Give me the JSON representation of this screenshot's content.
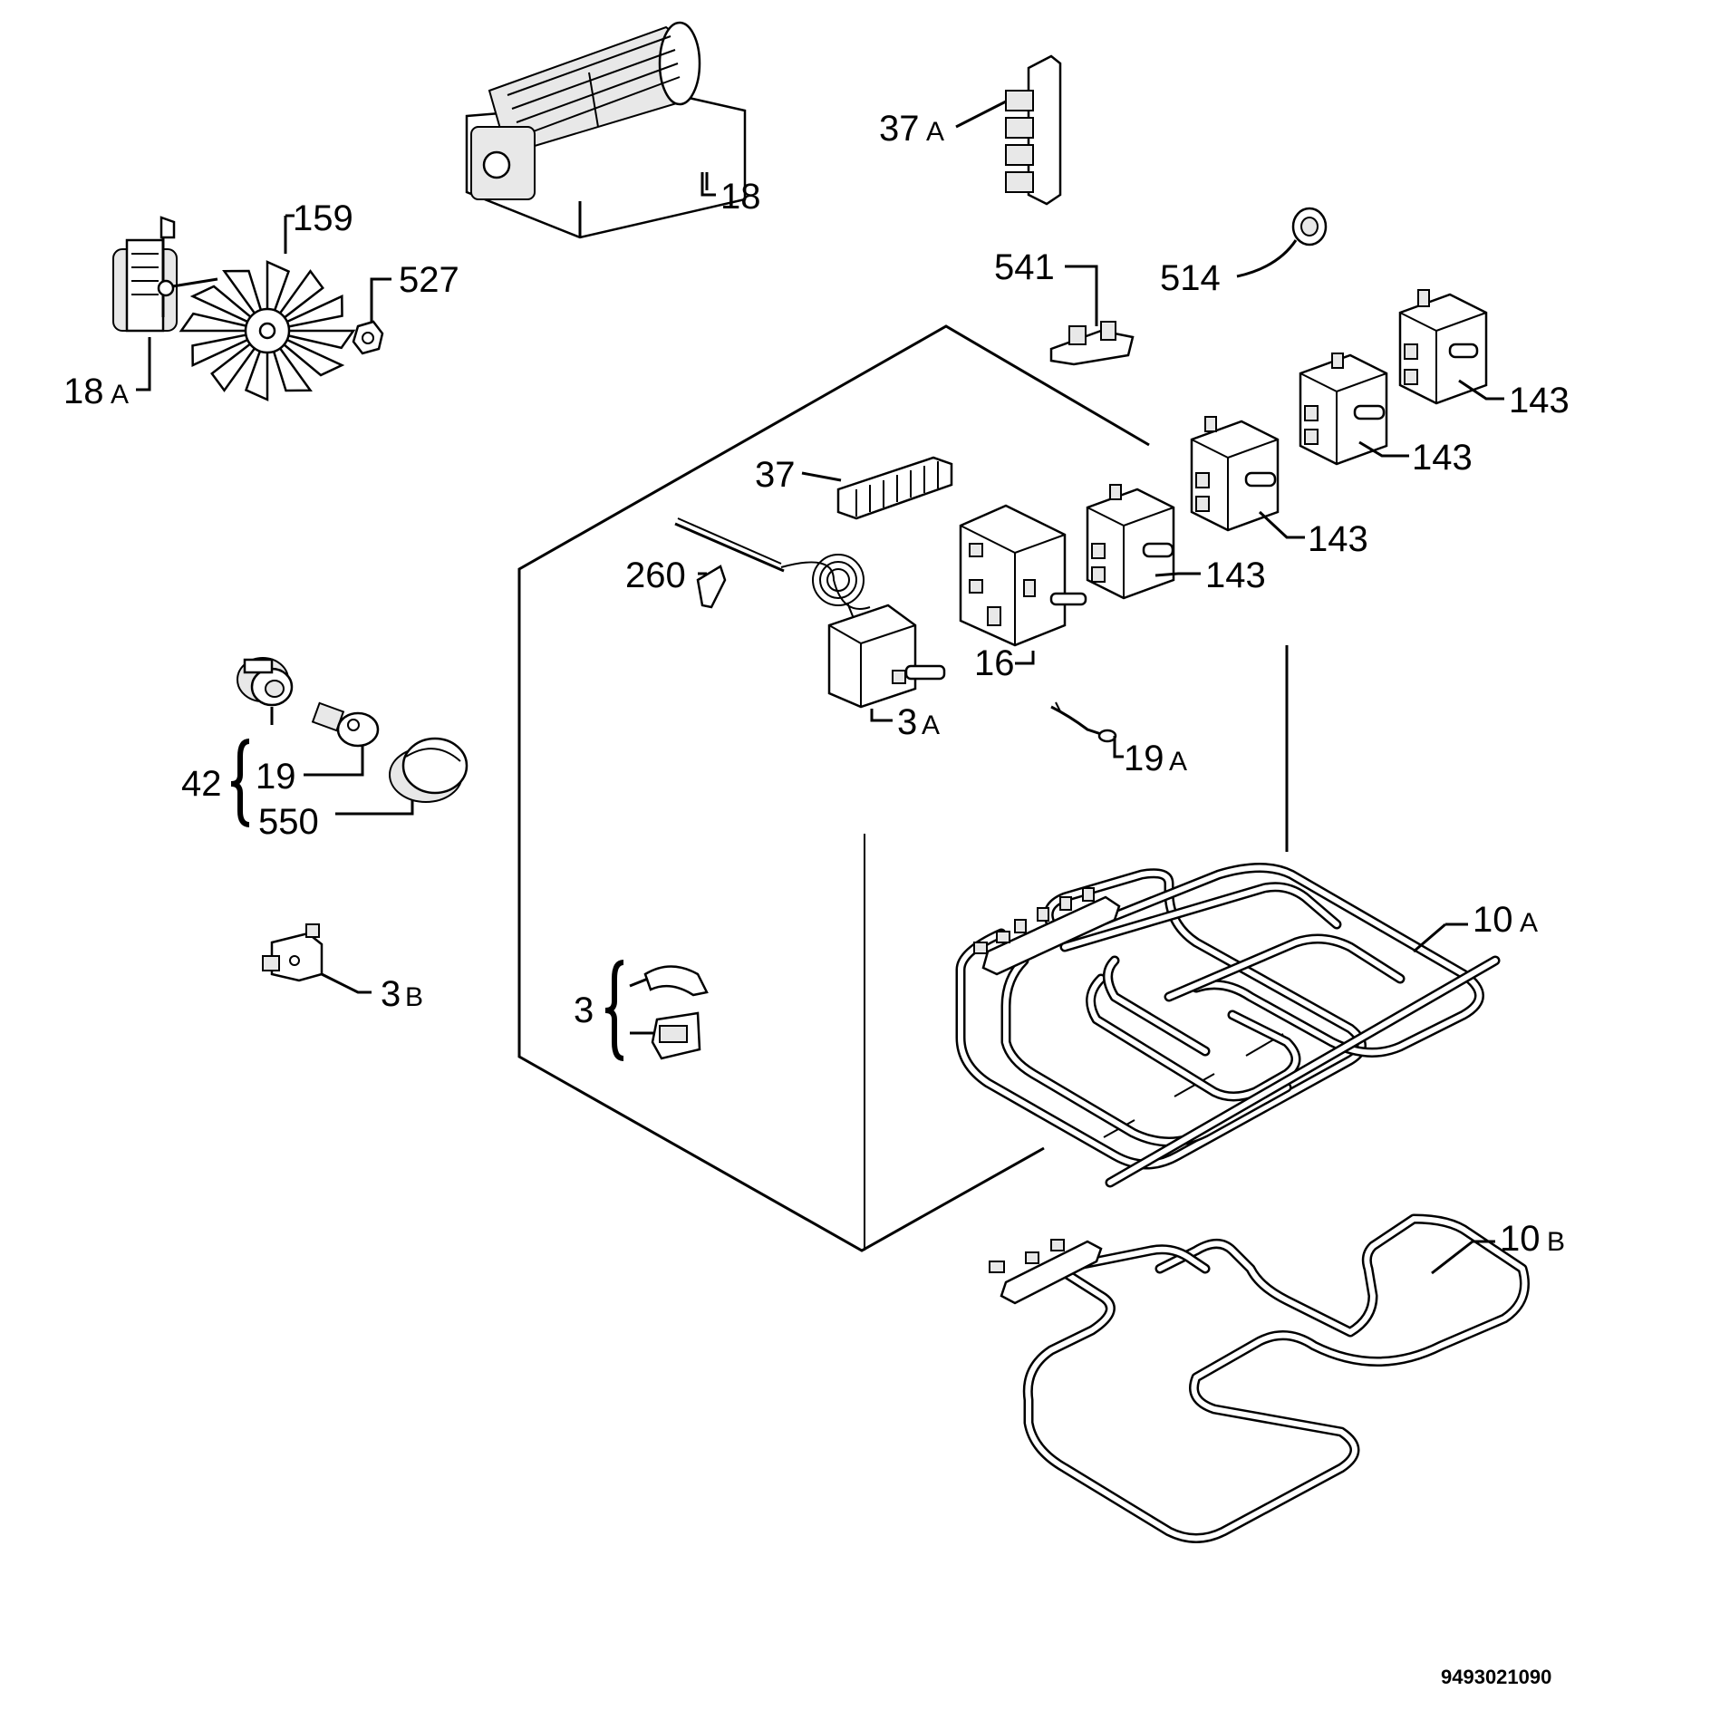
{
  "diagram": {
    "labels": {
      "p18": "18",
      "p18a": "18",
      "p18a_sub": "A",
      "p159": "159",
      "p527": "527",
      "p37a": "37",
      "p37a_sub": "A",
      "p541": "541",
      "p514": "514",
      "p143a": "143",
      "p143b": "143",
      "p143c": "143",
      "p143d": "143",
      "p37": "37",
      "p260": "260",
      "p16": "16",
      "p3a": "3",
      "p3a_sub": "A",
      "p19a": "19",
      "p19a_sub": "A",
      "p42": "42",
      "p19": "19",
      "p550": "550",
      "p3b": "3",
      "p3b_sub": "B",
      "p3": "3",
      "p10a": "10",
      "p10a_sub": "A",
      "p10b": "10",
      "p10b_sub": "B"
    },
    "document_number": "9493021090"
  }
}
